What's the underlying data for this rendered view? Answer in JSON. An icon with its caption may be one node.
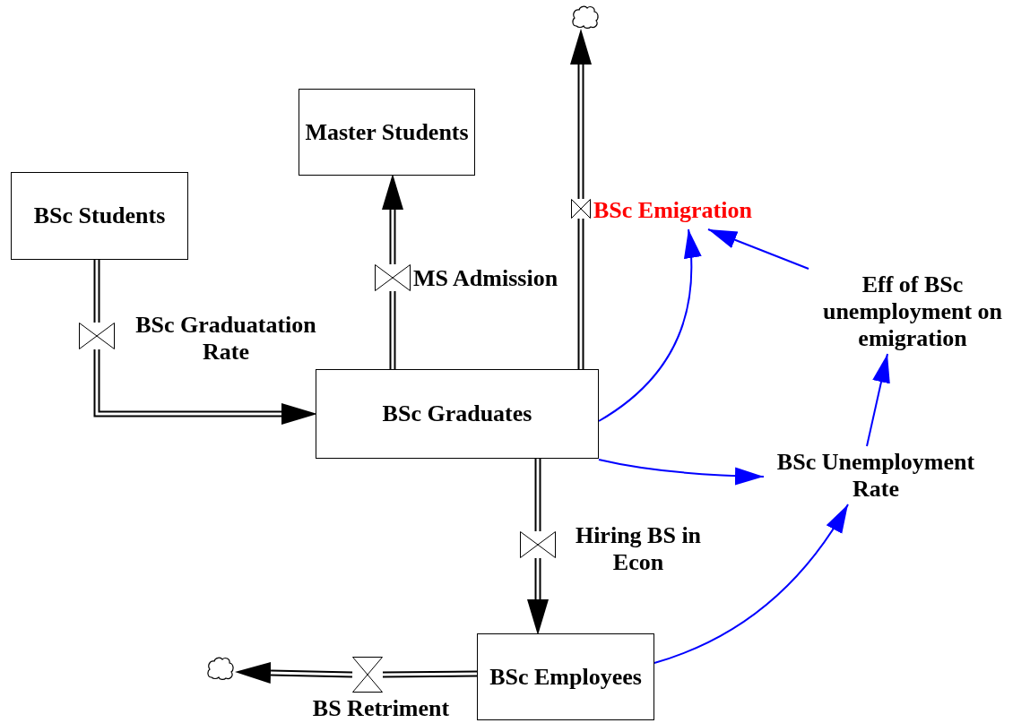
{
  "diagram": {
    "nodes": [
      {
        "text": [
          "BSc Students"
        ]
      },
      {
        "text": [
          "Master Students"
        ]
      },
      {
        "text": [
          "BSc Graduates"
        ]
      },
      {
        "text": [
          "BSc Employees"
        ]
      },
      {
        "text": [],
        "shape": "cloud"
      },
      {
        "text": [],
        "shape": "cloud"
      },
      {
        "text": [
          "BSc Emigration"
        ]
      },
      {
        "text": [
          "MS Admission"
        ]
      },
      {
        "text": [
          "BSc Graduatation Rate"
        ]
      },
      {
        "text": [
          "Hiring BS in Econ"
        ]
      },
      {
        "text": [
          "BS Retriment"
        ]
      },
      {
        "text": [
          "Eff of BSc unemployment on emigration"
        ]
      },
      {
        "text": [
          "BSc Unemployment Rate"
        ]
      }
    ],
    "edges": [
      {
        "from": 0,
        "to": 8,
        "arrow": "none"
      },
      {
        "from": 8,
        "to": 2,
        "arrow": "to"
      },
      {
        "from": 2,
        "to": 7,
        "arrow": "none"
      },
      {
        "from": 7,
        "to": 1,
        "arrow": "to"
      },
      {
        "from": 2,
        "to": 6,
        "arrow": "none"
      },
      {
        "from": 6,
        "to": 4,
        "arrow": "to"
      },
      {
        "from": 2,
        "to": 9,
        "arrow": "none"
      },
      {
        "from": 9,
        "to": 3,
        "arrow": "to"
      },
      {
        "from": 3,
        "to": 10,
        "arrow": "none"
      },
      {
        "from": 10,
        "to": 5,
        "arrow": "to"
      },
      {
        "from": 2,
        "to": 6,
        "arrow": "to",
        "color": "#0000ff"
      },
      {
        "from": 11,
        "to": 6,
        "arrow": "to",
        "color": "#0000ff"
      },
      {
        "from": 2,
        "to": 12,
        "arrow": "to",
        "color": "#0000ff"
      },
      {
        "from": 3,
        "to": 12,
        "arrow": "to",
        "color": "#0000ff"
      },
      {
        "from": 12,
        "to": 11,
        "arrow": "to",
        "color": "#0000ff"
      }
    ]
  }
}
